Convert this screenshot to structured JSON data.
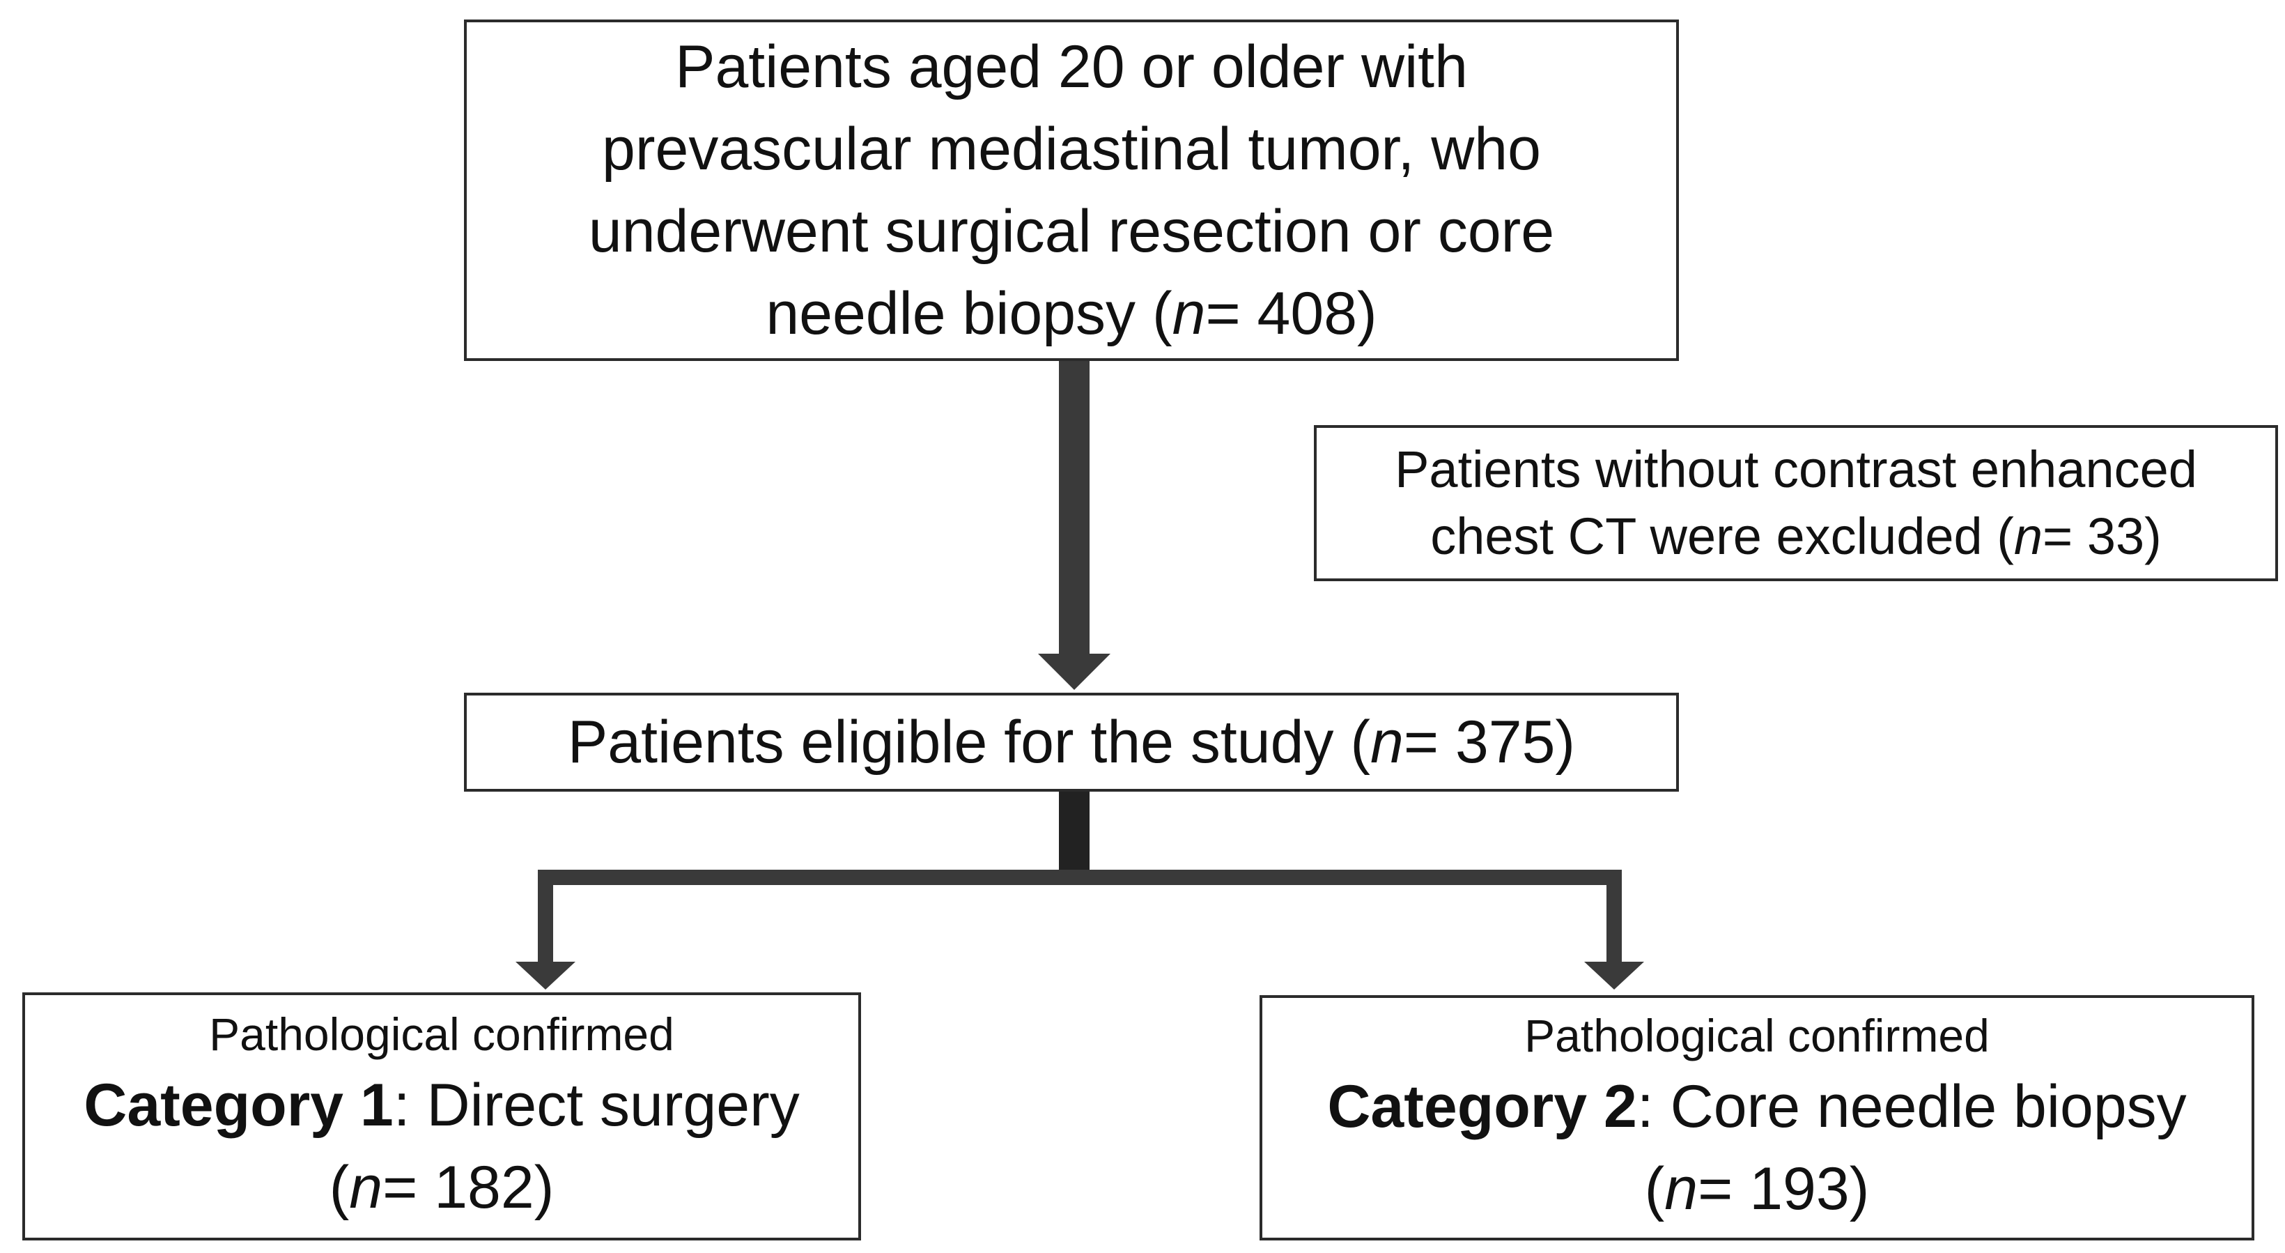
{
  "top_box": {
    "lines": [
      "Patients aged 20 or older with",
      "prevascular mediastinal tumor, who",
      "underwent surgical resection or core"
    ],
    "last_prefix": "needle biopsy (",
    "n_symbol": "n",
    "last_suffix": "= 408)"
  },
  "excluded_box": {
    "line1": "Patients without contrast enhanced",
    "line2_prefix": "chest CT were excluded (",
    "n_symbol": "n",
    "line2_suffix": "= 33)"
  },
  "eligible_box": {
    "prefix": "Patients eligible for the study (",
    "n_symbol": "n",
    "suffix": "= 375)"
  },
  "category1_box": {
    "subtitle": "Pathological confirmed",
    "category_label": "Category 1",
    "description": ": Direct surgery",
    "n_open": "(",
    "n_symbol": "n",
    "n_suffix": "= 182)"
  },
  "category2_box": {
    "subtitle": "Pathological confirmed",
    "category_label": "Category 2",
    "description": ": Core needle biopsy",
    "n_open": "(",
    "n_symbol": "n",
    "n_suffix": "= 193)"
  },
  "colors": {
    "arrow": "#3a3a3a",
    "border": "#2b2b2b",
    "text": "#111111"
  }
}
